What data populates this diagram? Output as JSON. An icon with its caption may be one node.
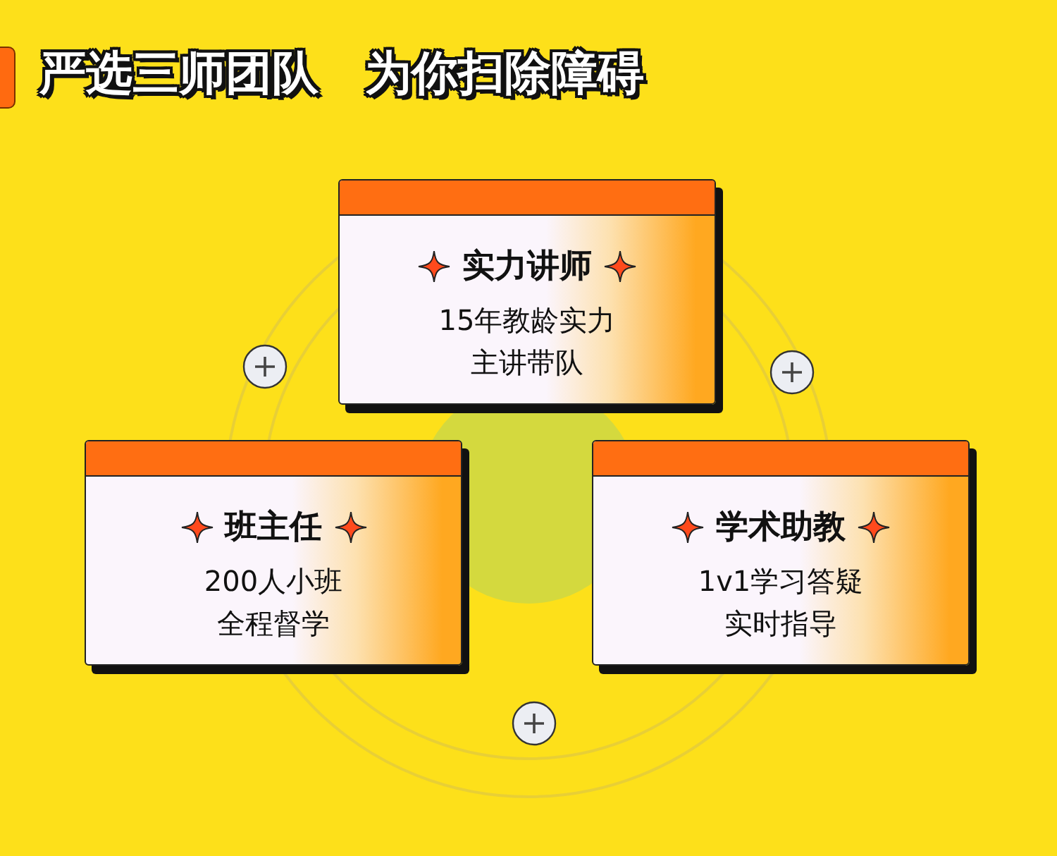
{
  "diagram": {
    "title": "严选三师团队　为你扫除障碍",
    "nodes": [
      {
        "text": [
          "实力讲师",
          "15年教龄实力主讲带队"
        ]
      },
      {
        "text": [
          "班主任",
          "200人小班全程督学"
        ]
      },
      {
        "text": [
          "学术助教",
          "1v1学习答疑实时指导"
        ]
      }
    ]
  }
}
